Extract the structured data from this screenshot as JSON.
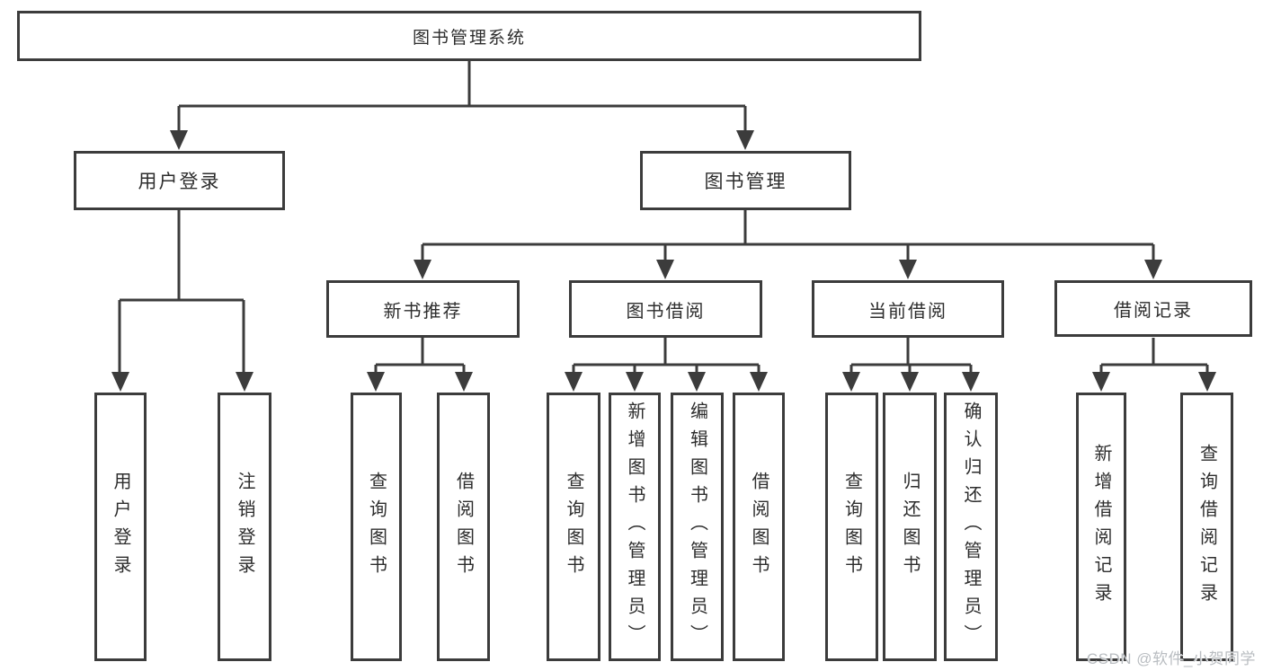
{
  "tree": {
    "root": {
      "label": "图书管理系统"
    },
    "branches": [
      {
        "label": "用户登录",
        "children": [
          {
            "label": "用户登录"
          },
          {
            "label": "注销登录"
          }
        ]
      },
      {
        "label": "图书管理",
        "groups": [
          {
            "label": "新书推荐",
            "children": [
              {
                "label": "查询图书"
              },
              {
                "label": "借阅图书"
              }
            ]
          },
          {
            "label": "图书借阅",
            "children": [
              {
                "label": "查询图书"
              },
              {
                "label": "新增图书（管理员）"
              },
              {
                "label": "编辑图书（管理员）"
              },
              {
                "label": "借阅图书"
              }
            ]
          },
          {
            "label": "当前借阅",
            "children": [
              {
                "label": "查询图书"
              },
              {
                "label": "归还图书"
              },
              {
                "label": "确认归还（管理员）"
              }
            ]
          },
          {
            "label": "借阅记录",
            "children": [
              {
                "label": "新增借阅记录"
              },
              {
                "label": "查询借阅记录"
              }
            ]
          }
        ]
      }
    ]
  },
  "watermark": {
    "text": "CSDN @软件_小贺同学"
  },
  "colors": {
    "line": "#3c3c3c",
    "text": "#2d2d2d",
    "watermark_text": "#b9bdc1",
    "background": "#ffffff"
  }
}
